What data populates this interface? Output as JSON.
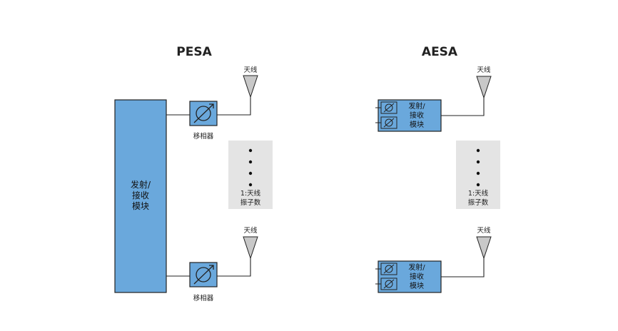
{
  "pesa": {
    "title": "PESA",
    "antenna_label": "天线",
    "phase_shifter_label": "移相器",
    "trx_module": {
      "line1": "发射/",
      "line2": "接收",
      "line3": "模块"
    },
    "element_count": {
      "line1": "1:天线",
      "line2": "振子数"
    }
  },
  "aesa": {
    "title": "AESA",
    "antenna_label": "天线",
    "trx_module": {
      "line1": "发射/",
      "line2": "接收",
      "line3": "模块"
    },
    "element_count": {
      "line1": "1:天线",
      "line2": "振子数"
    }
  },
  "colors": {
    "module_fill": "#6aa8dc",
    "antenna_fill": "#c8c8c8",
    "ellipsis_box": "#e4e4e4"
  }
}
